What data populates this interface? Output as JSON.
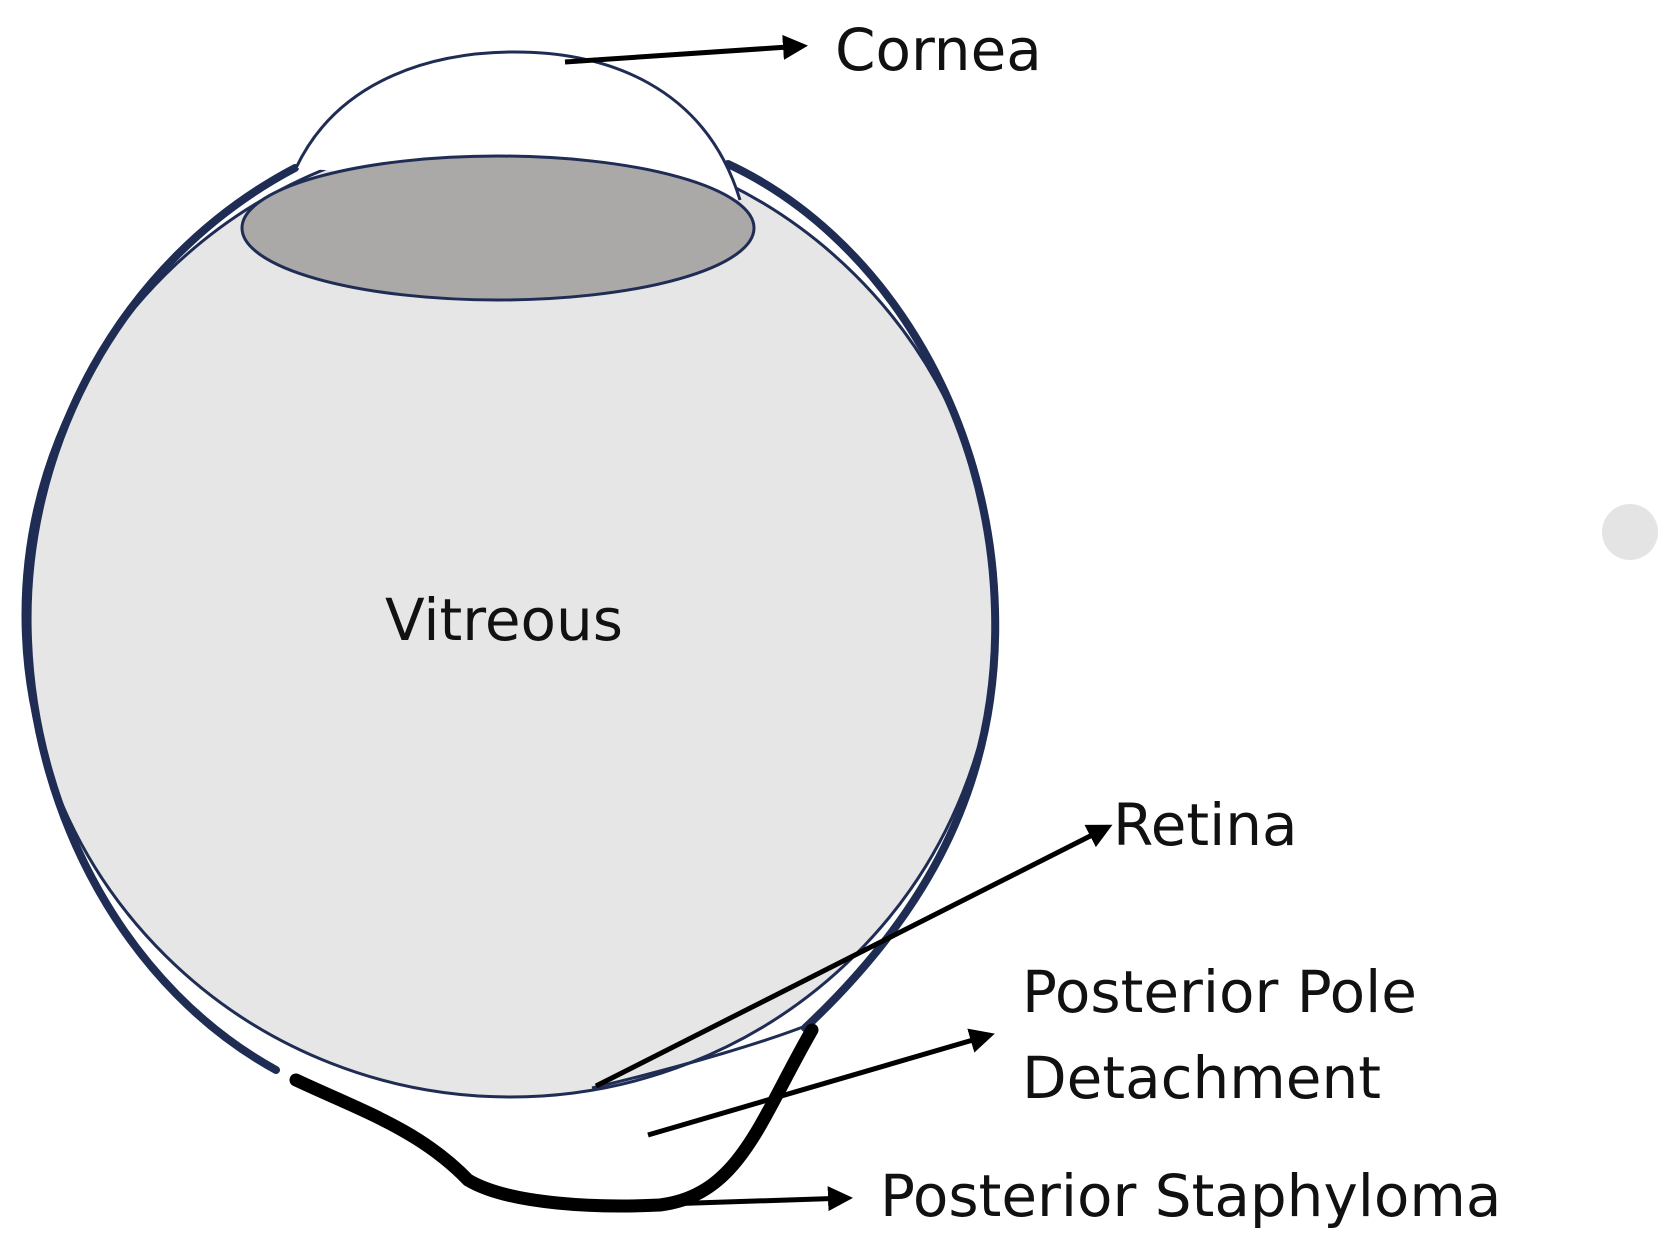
{
  "labels": {
    "cornea": "Cornea",
    "vitreous": "Vitreous",
    "retina": "Retina",
    "posterior_pole_line1": "Posterior Pole",
    "posterior_pole_line2": "Detachment",
    "posterior_staphyloma": "Posterior Staphyloma"
  },
  "colors": {
    "sclera": "#1f2d55",
    "vitreous_fill": "#e6e6e6",
    "lens_fill": "#aba8a8",
    "arrow": "#000000",
    "staphyloma": "#000000",
    "background": "#ffffff"
  }
}
